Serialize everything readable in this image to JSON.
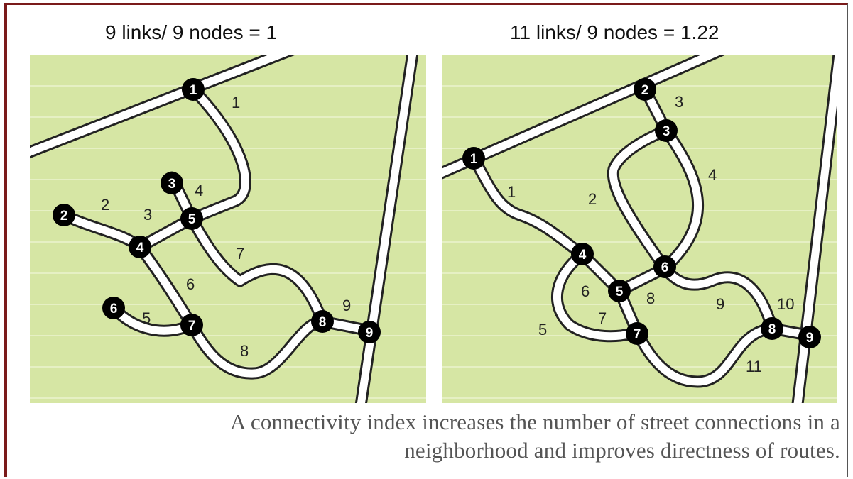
{
  "panels": {
    "left": {
      "title": "9 links/ 9 nodes = 1",
      "nodes": [
        "1",
        "2",
        "3",
        "4",
        "5",
        "6",
        "7",
        "8",
        "9"
      ],
      "links": [
        "1",
        "2",
        "3",
        "4",
        "5",
        "6",
        "7",
        "8",
        "9"
      ]
    },
    "right": {
      "title": "11 links/ 9 nodes = 1.22",
      "nodes": [
        "1",
        "2",
        "3",
        "4",
        "5",
        "6",
        "7",
        "8",
        "9"
      ],
      "links": [
        "1",
        "2",
        "3",
        "4",
        "5",
        "6",
        "7",
        "8",
        "9",
        "10",
        "11"
      ]
    }
  },
  "caption": {
    "line1": "A connectivity index increases the number of street connections in a",
    "line2": "neighborhood and improves directness of routes."
  },
  "colors": {
    "background": "#d6e6a4",
    "street_fill": "#ffffff",
    "street_edge": "#222222",
    "node": "#000000",
    "node_text": "#ffffff",
    "frame": "#7a1a1a"
  }
}
